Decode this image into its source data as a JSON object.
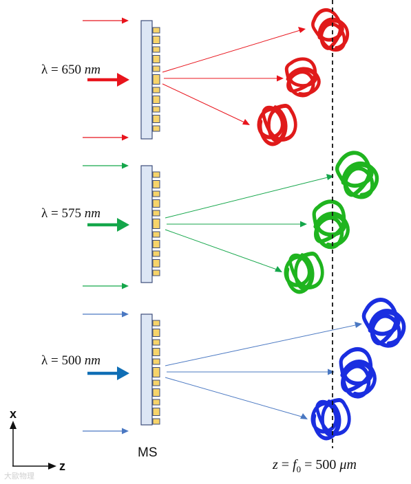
{
  "rows": [
    {
      "lambda_value": "650",
      "lambda_unit": "nm",
      "color": "#e8141c"
    },
    {
      "lambda_value": "575",
      "lambda_unit": "nm",
      "color": "#14a64a"
    },
    {
      "lambda_value": "500",
      "lambda_unit": "nm",
      "color": "#4a78c2"
    }
  ],
  "knot_colors": [
    "#e01a1a",
    "#1fb41f",
    "#1a2ee0"
  ],
  "thick_arrow_colors": [
    "#e8141c",
    "#14a64a",
    "#0f6eb5"
  ],
  "metasurface": {
    "label": "MS",
    "panel_color": "#dde6f5",
    "stroke_color": "#3d4c7a",
    "pillar_color": "#f7d46a"
  },
  "axes": {
    "x_label": "x",
    "z_label": "z"
  },
  "focal_plane": {
    "z_symbol": "z",
    "f_symbol": "f",
    "f_subscript": "0",
    "value": "500",
    "unit": "μm"
  },
  "watermark": "大歐物理"
}
